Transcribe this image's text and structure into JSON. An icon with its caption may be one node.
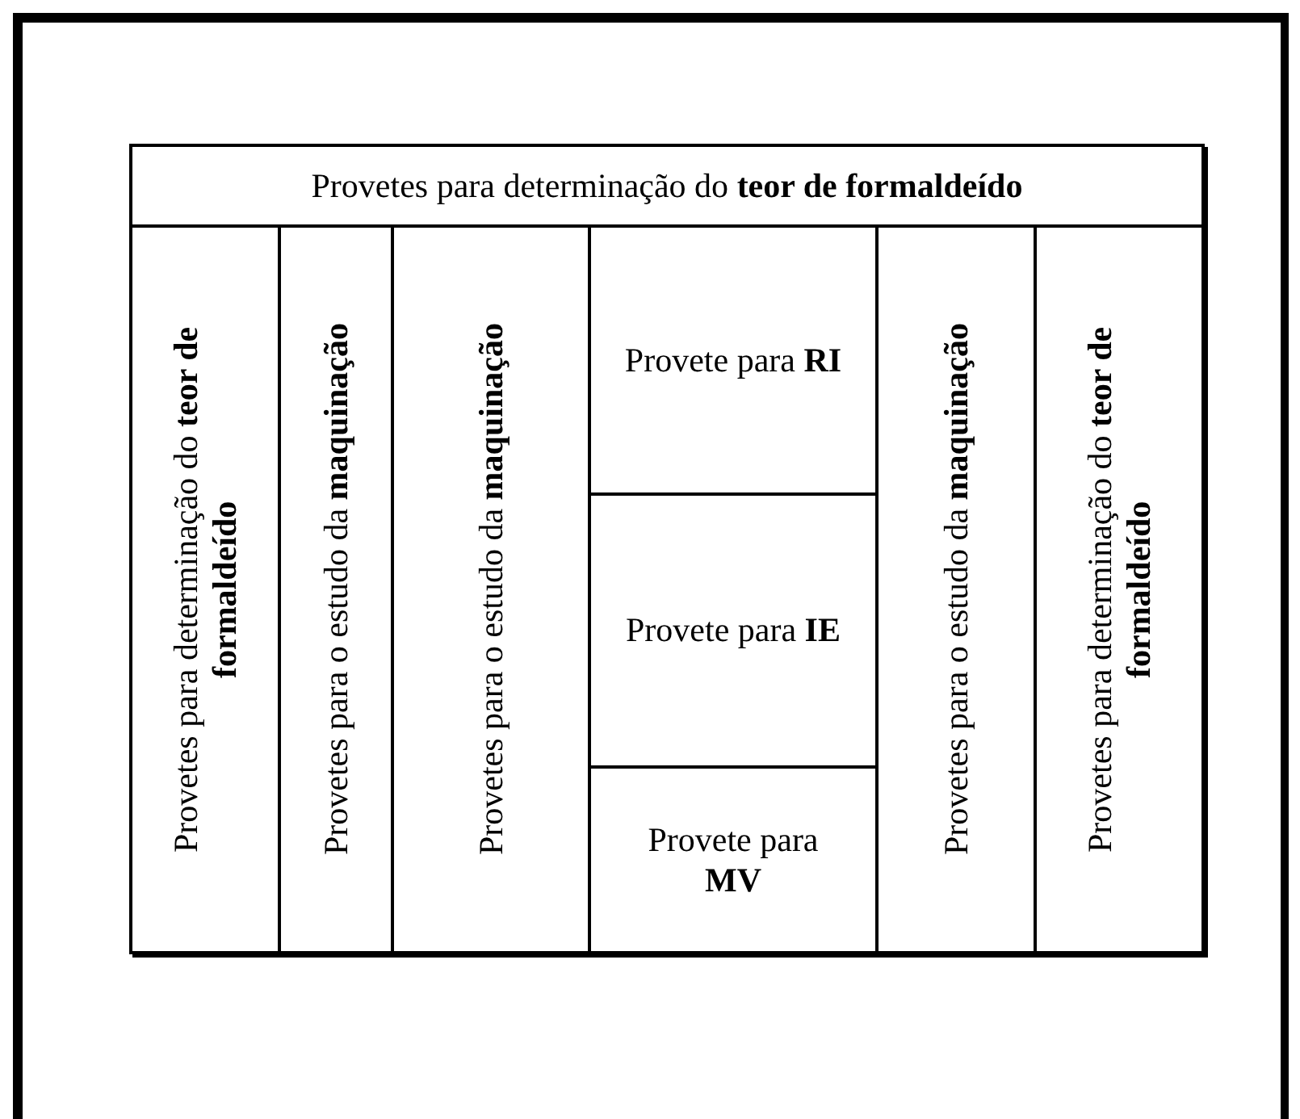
{
  "diagram": {
    "nodes": [
      {
        "text": [],
        "shape": "box"
      },
      {
        "text": [
          "Provetes para determinação do **teor de formaldeído**"
        ],
        "in": 0
      },
      {
        "text": [
          "Provetes para determinação do **teor de formaldeído**"
        ],
        "in": 0
      },
      {
        "text": [
          "Provetes para o estudo da **maquinação**"
        ],
        "in": 0
      },
      {
        "text": [
          "Provetes para o estudo da **maquinação**"
        ],
        "in": 0
      },
      {
        "text": [
          "Provete para **RI**"
        ],
        "in": 0
      },
      {
        "text": [
          "Provete para **IE**"
        ],
        "in": 0
      },
      {
        "text": [
          "Provete para **MV**"
        ],
        "in": 0
      },
      {
        "text": [
          "Provetes para o estudo da **maquinação**"
        ],
        "in": 0
      },
      {
        "text": [
          "Provetes para determinação do **teor de formaldeído**"
        ],
        "in": 0
      }
    ]
  }
}
